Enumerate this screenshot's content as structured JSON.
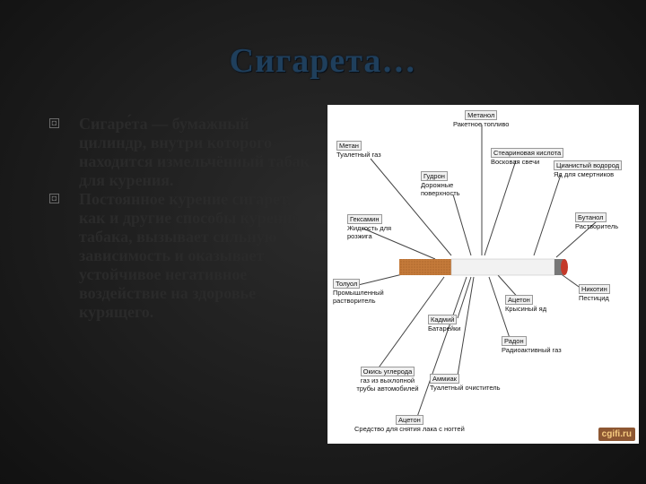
{
  "slide": {
    "title": "Сигарета…",
    "bullets": [
      "Сигаре́та — бумажный цилиндр, внутри которого находится измельчённый табак для курения.",
      "Постоянное курение сигарет, как и другие способы курения табака, вызывает сильную зависимость и оказывает устойчивое негативное воздействие на здоровье курящего."
    ]
  },
  "diagram": {
    "labels": [
      {
        "name": "Метанол",
        "desc": "Ракетное топливо"
      },
      {
        "name": "Метан",
        "desc": "Туалетный газ"
      },
      {
        "name": "Стеариновая кислота",
        "desc": "Восковая свечи"
      },
      {
        "name": "Цианистый водород",
        "desc": "Яд для смертников"
      },
      {
        "name": "Гудрон",
        "desc": "Дорожные поверхность"
      },
      {
        "name": "Гексамин",
        "desc": "Жидкость для розжига"
      },
      {
        "name": "Бутанол",
        "desc": "Растворитель"
      },
      {
        "name": "Толуол",
        "desc": "Промышленный растворитель"
      },
      {
        "name": "Никотин",
        "desc": "Пестицид"
      },
      {
        "name": "Ацетон",
        "desc": "Крысиный яд"
      },
      {
        "name": "Кадмий",
        "desc": "Батарейки"
      },
      {
        "name": "Радон",
        "desc": "Радиоактивный газ"
      },
      {
        "name": "Окись углерода",
        "desc": "газ из выхлопной трубы автомобилей"
      },
      {
        "name": "Аммиак",
        "desc": "Туалетный очиститель"
      },
      {
        "name": "Ацетон",
        "desc": "Средство для снятия лака с ногтей"
      }
    ],
    "watermark": "cgifi.ru"
  }
}
